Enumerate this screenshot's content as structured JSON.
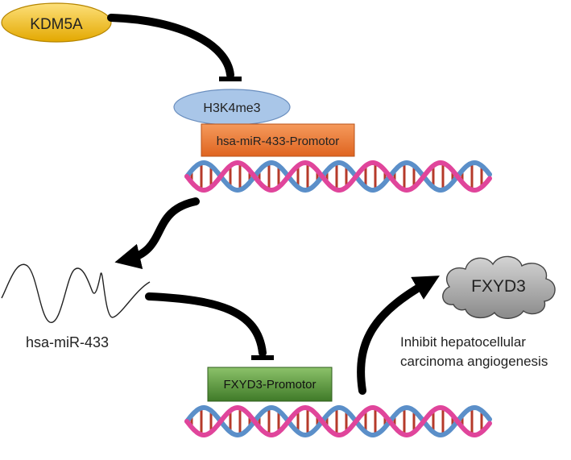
{
  "nodes": {
    "kdm5a": "KDM5A",
    "h3k4me3": "H3K4me3",
    "mir_promotor": "hsa-miR-433-Promotor",
    "mirna": "hsa-miR-433",
    "fxyd3_promotor": "FXYD3-Promotor",
    "fxyd3": "FXYD3"
  },
  "annotation": {
    "line1": "Inhibit hepatocellular",
    "line2": "carcinoma angiogenesis"
  },
  "colors": {
    "kdm5a_fill": "#f3bd1a",
    "h3k4me3_fill": "#a9c6e8",
    "mir_promotor_fill": "#ee7a33",
    "fxyd3_promotor_fill": "#5f9a3f",
    "fxyd3_fill": "#9c9c9c",
    "dna_backbone_a": "#e0459b",
    "dna_backbone_b": "#5b8fc9",
    "dna_rung": "#b53a2a",
    "arrow": "#000000"
  }
}
